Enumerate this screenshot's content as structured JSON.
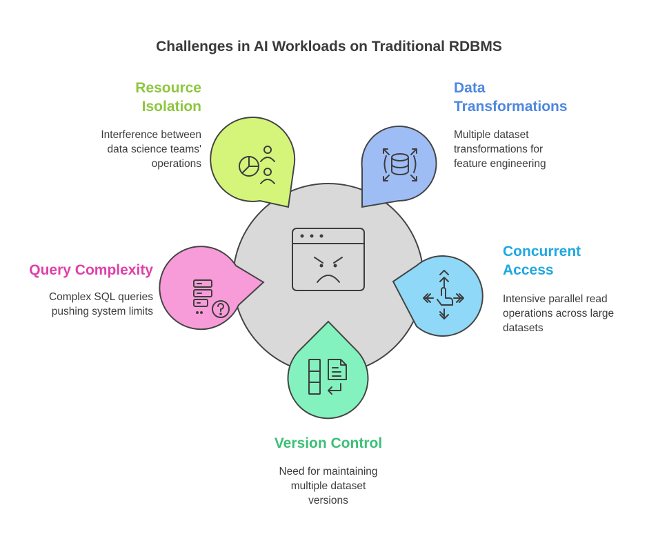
{
  "title": "Challenges in AI Workloads on Traditional RDBMS",
  "items": {
    "resource_isolation": {
      "heading": [
        "Resource",
        "Isolation"
      ],
      "description": [
        "Interference between",
        "data science teams'",
        "operations"
      ],
      "color": "#8ec63f",
      "bubble_fill": "#d4f57a",
      "icon": "pie-chart-users-icon"
    },
    "data_transformations": {
      "heading": [
        "Data",
        "Transformations"
      ],
      "description": [
        "Multiple dataset",
        "transformations for",
        "feature engineering"
      ],
      "color": "#4d87e0",
      "bubble_fill": "#9fbdf5",
      "icon": "database-expand-icon"
    },
    "concurrent_access": {
      "heading": [
        "Concurrent",
        "Access"
      ],
      "description": [
        "Intensive parallel read",
        "operations across large",
        "datasets"
      ],
      "color": "#1fa8e0",
      "bubble_fill": "#8fd8f7",
      "icon": "pointer-arrows-icon"
    },
    "version_control": {
      "heading": [
        "Version Control"
      ],
      "description": [
        "Need for maintaining",
        "multiple dataset",
        "versions"
      ],
      "color": "#3dbf77",
      "bubble_fill": "#84f2bf",
      "icon": "document-versions-icon"
    },
    "query_complexity": {
      "heading": [
        "Query Complexity"
      ],
      "description": [
        "Complex SQL queries",
        "pushing system limits"
      ],
      "color": "#e040a8",
      "bubble_fill": "#f79cd8",
      "icon": "server-question-icon"
    }
  },
  "center": {
    "icon": "angry-browser-window-icon",
    "fill": "#d9d9d9"
  }
}
